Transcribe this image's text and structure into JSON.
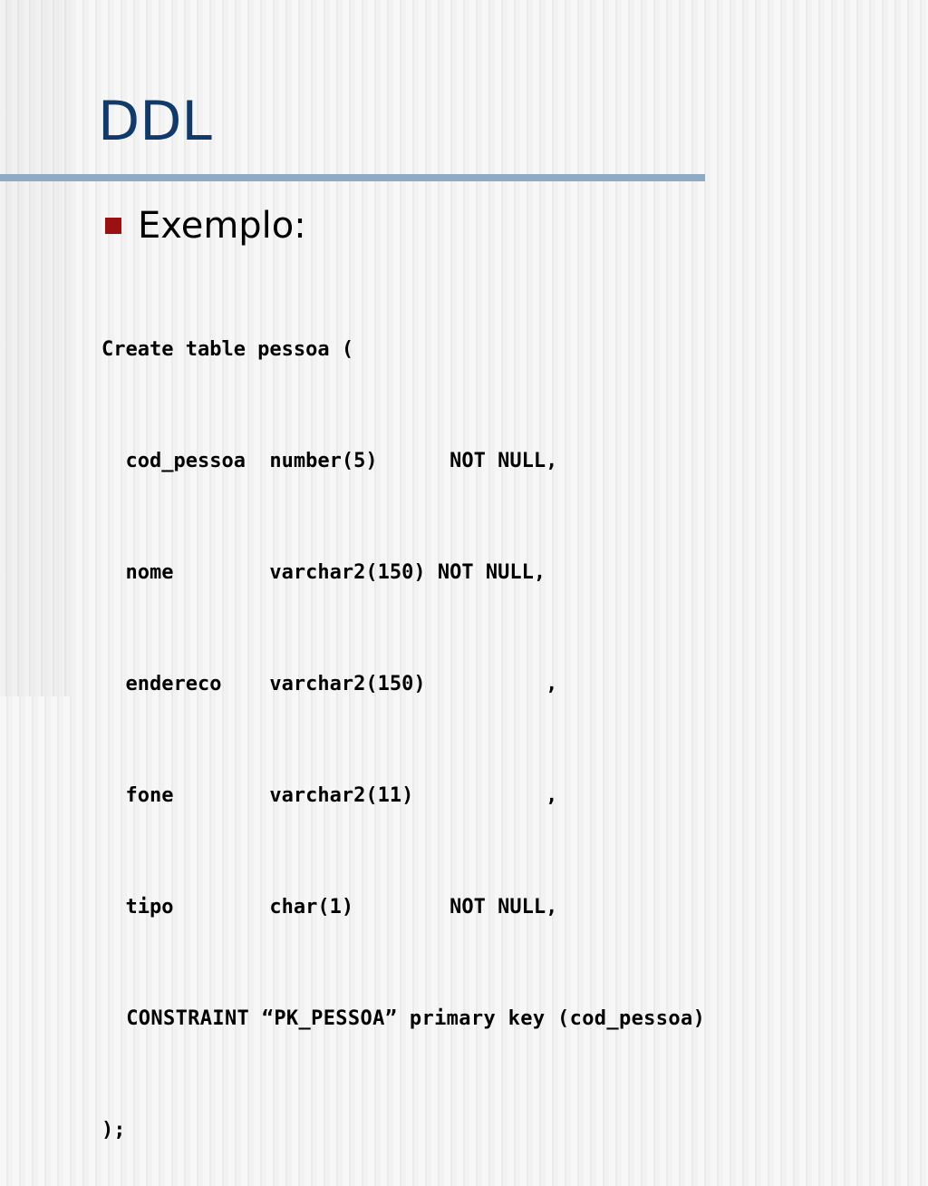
{
  "slide": {
    "title": "DDL",
    "bullet": "Exemplo:",
    "code_lines": [
      "Create table pessoa (",
      "  cod_pessoa  number(5)      NOT NULL,",
      "  nome        varchar2(150) NOT NULL,",
      "  endereco    varchar2(150)          ,",
      "  fone        varchar2(11)           ,",
      "  tipo        char(1)        NOT NULL,",
      "  CONSTRAINT “PK_PESSOA” primary key (cod_pessoa)",
      ");"
    ]
  },
  "colors": {
    "title": "#0f3a6b",
    "rule": "#8faac4",
    "bullet": "#9b1111"
  }
}
